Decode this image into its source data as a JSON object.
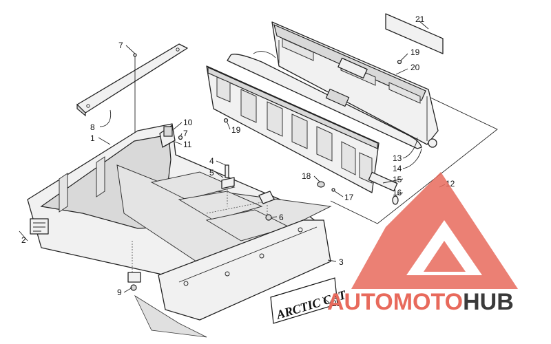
{
  "diagram": {
    "callouts": [
      "1",
      "2",
      "3",
      "4",
      "5",
      "6",
      "7",
      "7",
      "8",
      "9",
      "10",
      "11",
      "12",
      "13",
      "14",
      "15",
      "16",
      "17",
      "18",
      "19",
      "19",
      "20",
      "21",
      "21"
    ],
    "decal_text": "ARCTIC CAT",
    "watermark": {
      "word_part1": "AUTO",
      "word_part2": "MOTO",
      "word_part3": "HUB",
      "color_primary": "#e86a5c",
      "color_secondary": "#3a3a3a"
    }
  }
}
